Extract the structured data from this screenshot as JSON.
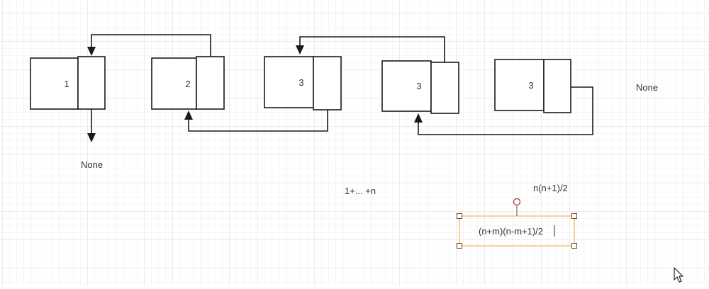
{
  "nodes": [
    {
      "label": "1"
    },
    {
      "label": "2"
    },
    {
      "label": "3"
    },
    {
      "label": "3"
    },
    {
      "label": "3"
    }
  ],
  "labels": {
    "none_bottom": "None",
    "none_right": "None",
    "sum_series": "1+... +n",
    "sum_formula": "n(n+1)/2"
  },
  "selected_text_box": {
    "text": "(n+m)(n-m+1)/2"
  },
  "colors": {
    "line": "#1a1a1a",
    "selection": "#f2c27a",
    "grid": "#ececec"
  },
  "icons": {
    "cursor": "mouse-pointer-icon"
  }
}
